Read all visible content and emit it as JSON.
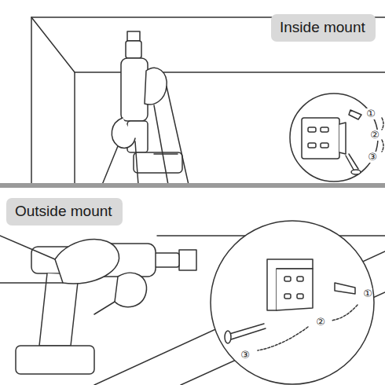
{
  "diagram": {
    "nodes": [
      {
        "text": [
          "Inside mount"
        ]
      },
      {
        "text": [
          "Outside mount"
        ]
      }
    ],
    "labels": [
      "①",
      "②",
      "③",
      "①",
      "②",
      "③"
    ]
  }
}
